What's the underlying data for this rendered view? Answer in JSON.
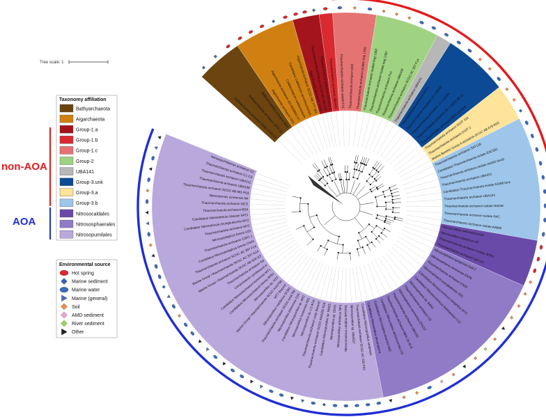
{
  "tree_scale": "Tree scale: 1",
  "groups": {
    "non_aoa": "non-AOA",
    "aoa": "AOA"
  },
  "colors": {
    "non_aoa": "#e31a1c",
    "aoa": "#1f2fd4"
  },
  "taxonomy": {
    "title": "Taxonomy affiliation",
    "items": [
      {
        "label": "Bathyarchaeota",
        "color": "#6b4410"
      },
      {
        "label": "Aigarchaeota",
        "color": "#d08010"
      },
      {
        "label": "Group-1.a",
        "color": "#a4141c"
      },
      {
        "label": "Group-1.b",
        "color": "#d92b2f"
      },
      {
        "label": "Group-1.c",
        "color": "#e57373"
      },
      {
        "label": "Group-2",
        "color": "#9fd381"
      },
      {
        "label": "UBA141",
        "color": "#b7b7b7"
      },
      {
        "label": "Group-3.unk",
        "color": "#0c4a96"
      },
      {
        "label": "Group-3.a",
        "color": "#fde49a"
      },
      {
        "label": "Group-3.b",
        "color": "#9ec6ea"
      },
      {
        "label": "Nitrosocaldales",
        "color": "#6a4aa8"
      },
      {
        "label": "Nitrososphaerales",
        "color": "#8f7bc6"
      },
      {
        "label": "Nitrosopumilales",
        "color": "#b9a8dc"
      }
    ]
  },
  "environment": {
    "title": "Environmental source",
    "items": [
      {
        "label": "Hot spring",
        "shape": "ellipse",
        "color": "#e0262c"
      },
      {
        "label": "Marine sediment",
        "shape": "diamond",
        "color": "#3465b5"
      },
      {
        "label": "Marine water",
        "shape": "ellipse",
        "color": "#3a6cc0"
      },
      {
        "label": "Marine (general)",
        "shape": "triangle",
        "color": "#4a6fb5"
      },
      {
        "label": "Soil",
        "shape": "diamond",
        "color": "#f08a4b"
      },
      {
        "label": "AMD sediment",
        "shape": "diamond",
        "color": "#e9a4d4"
      },
      {
        "label": "River sediment",
        "shape": "diamond",
        "color": "#9ad45a"
      },
      {
        "label": "Other",
        "shape": "triangle",
        "color": "#222222"
      }
    ]
  },
  "leaf_labels": {
    "bathyarchaeota": [
      "Bathyarchaeota archaeon RBG 13 60 20",
      "Bathyarchaeota archaeon JdFR 11",
      "Bathyarchaeota archaeon BA1"
    ],
    "aigarchaeota": [
      "Aigarchaeota archaeon OS1",
      "Aigarchaeota archaeon JGI 0000001 A7",
      "Caldiarchaeum subterraneum",
      "Candidatus Calditenuis aerorheumensis",
      "Aigarchaeota archaeon SCGC AB 777 J03"
    ],
    "group_1a": [
      "Aigarchaeota archaeon NAG1",
      "Thaumarchaeota archaeon SCGC AB 539 E09",
      "Thaumarchaeota archaeon JGI OTU 1"
    ],
    "group_1b": [
      "Thaumarchaeota archaeon UBA461"
    ],
    "group_1c": [
      "Thaumarchaeota archaeon isolate Fn1",
      "Thaumarchaeota archaeon B32",
      "Thaumarchaeota archaeon isolate bog 1359"
    ],
    "group_2": [
      "Thaumarchaeota archaeon isolate bog 1360",
      "Thaumarchaeota archaeon isolate bog 1367",
      "Thaumarchaeota archaeon Fn1",
      "Thaumarchaeota archaeon UBA432",
      "Thaumarchaeota archaeon SCGC AC 337 F14"
    ],
    "uba141": [
      "Thaumarchaeota archaeon UBA141"
    ],
    "group_3unk": [
      "Thaumarchaeota archaeon SAT1",
      "Thaumarchaeota archaeon 13 1 40CM",
      "Thaumarchaeota archaeon 13 1 20CM",
      "Thaumarchaeota archaeon 13 1 40CM 38 12",
      "Thaumarchaeota archaeon RBG 16 49 8"
    ],
    "group_3a": [
      "Thaumarchaeota archaeon D10T 116",
      "Thaumarchaeota archaeon D10T 2",
      "Marine Benthic Group A archaeon SCGC AB 679 M23"
    ],
    "group_3b": [
      "Thaumarchaeota archaeon SAT139",
      "Candidatus Thaumarchaeota isolate EAC691",
      "Thaumarchaeota archaeon isolate ASW2 bin45",
      "Thaumarchaeota archaeon UBA201",
      "Candidatus Thaumarchaeota isolate ASW8 bin1",
      "Thaumarchaeota archaeon UBA223",
      "Thaumarchaeota archaeon isolate NADW",
      "Thaumarchaeota archaeon isolate PAC",
      "Thaumarchaeota archaeon isolate AABW"
    ],
    "nitrosocaldales": [
      "Nitrosocaldus yellowstonensis",
      "Nitrosocaldus islandicus 3F",
      "Thaumarchaeota archaeon isolate MTA3",
      "Thaumarchaeota archaeon SAT137"
    ],
    "nitrososphaerales": [
      "Nitrososphaera gargensis Ga9.2",
      "Nitrososphaera viennensis EN76",
      "Thaumarchaeota archaeon CN25",
      "Nitrososphaera evergladensis SR1",
      "Candidatus Nitrosocosmicus oleophilus MY3",
      "Candidatus Nitrosocosmicus franklandus C13",
      "Nitrososphaera sp. BAN1",
      "Thaumarchaeota archaeon CS",
      "Nitrososphaera viennensis EN123",
      "Thaumarchaeota archaeon UBA231",
      "Thaumarchaeota archaeon RBG 16 49 8",
      "Candidatus Nitrosotalea okcheonensis CS",
      "Candidatus Nitrosotalea sinensis Nd2",
      "Candidatus Nitrosotalea devanaterra"
    ],
    "nitrosopumilales": [
      "Candidatus Nitrosopumilus sediminis",
      "Thaumarchaeota archaeon SCGC AC 330 F03",
      "Nitrosopumilus sp. UBA527",
      "Nitrosomarinus catalina SPOT01",
      "Nitrosopumilus adriaticus NF5",
      "Nitrosopumilus sp. DDS1",
      "Candidatus Nitrosopumilus sp. NM25",
      "Thaumarchaeota archaeon SCGC AAA282 K18",
      "Thaumarchaeota archaeon casp thaum2",
      "Nitrosopumilus sp. LS AOA",
      "Nitrosopumilus koreensis AR1",
      "Candidatus Nitrosopumilus sp. AR2",
      "Nitrosopumilus piranensis D3C",
      "Thaumarchaeota archaeon SCGC AAA799",
      "Nitrosopumilus maritimus SCM1",
      "MT7 thaum2",
      "Marine Group I thaumarchaeote SCGC AAA799",
      "Nitrosopumilus sp. H13",
      "Candidatus Nitrosoarchaeum limnia SFB1",
      "Candidatus Nitrosoarchaeum koreensis MY1",
      "Cenarchaeum symbiosum A",
      "Thaumarchaeota archaeon N4",
      "Marine Group I thaumarchaeote SCGC AB 629 I23",
      "Marine Group I thaumarchaeote SCGC AC 337 G14",
      "Thaumarchaeota archaeon SCGC AC 337 F14",
      "Candidatus Nitrosopelagicus brevis CN25",
      "Thaumarchaeota archaeon CSP1 1",
      "Nitrosopelagicus brevis U25",
      "Thaumarchaeota archaeon MY2",
      "Candidatus Nitrosotenuis chungbukensis MY2",
      "Candidatus Nitrosotenuis cloacae SAT1",
      "Thaumarchaeota archaeon BS4",
      "Thaumarchaeota archaeon ISC5",
      "Nitrosotenuis uzonensis N4",
      "Thaumarchaeota archaeon SCGC AB 661 P03",
      "Thaumarchaeota archaeon UBA138",
      "Thaumarchaeota archaeon UBA211",
      "Thaumarchaeota archaeon C1 CS",
      "Nitrosopumilaceae archaeon G2"
    ]
  }
}
